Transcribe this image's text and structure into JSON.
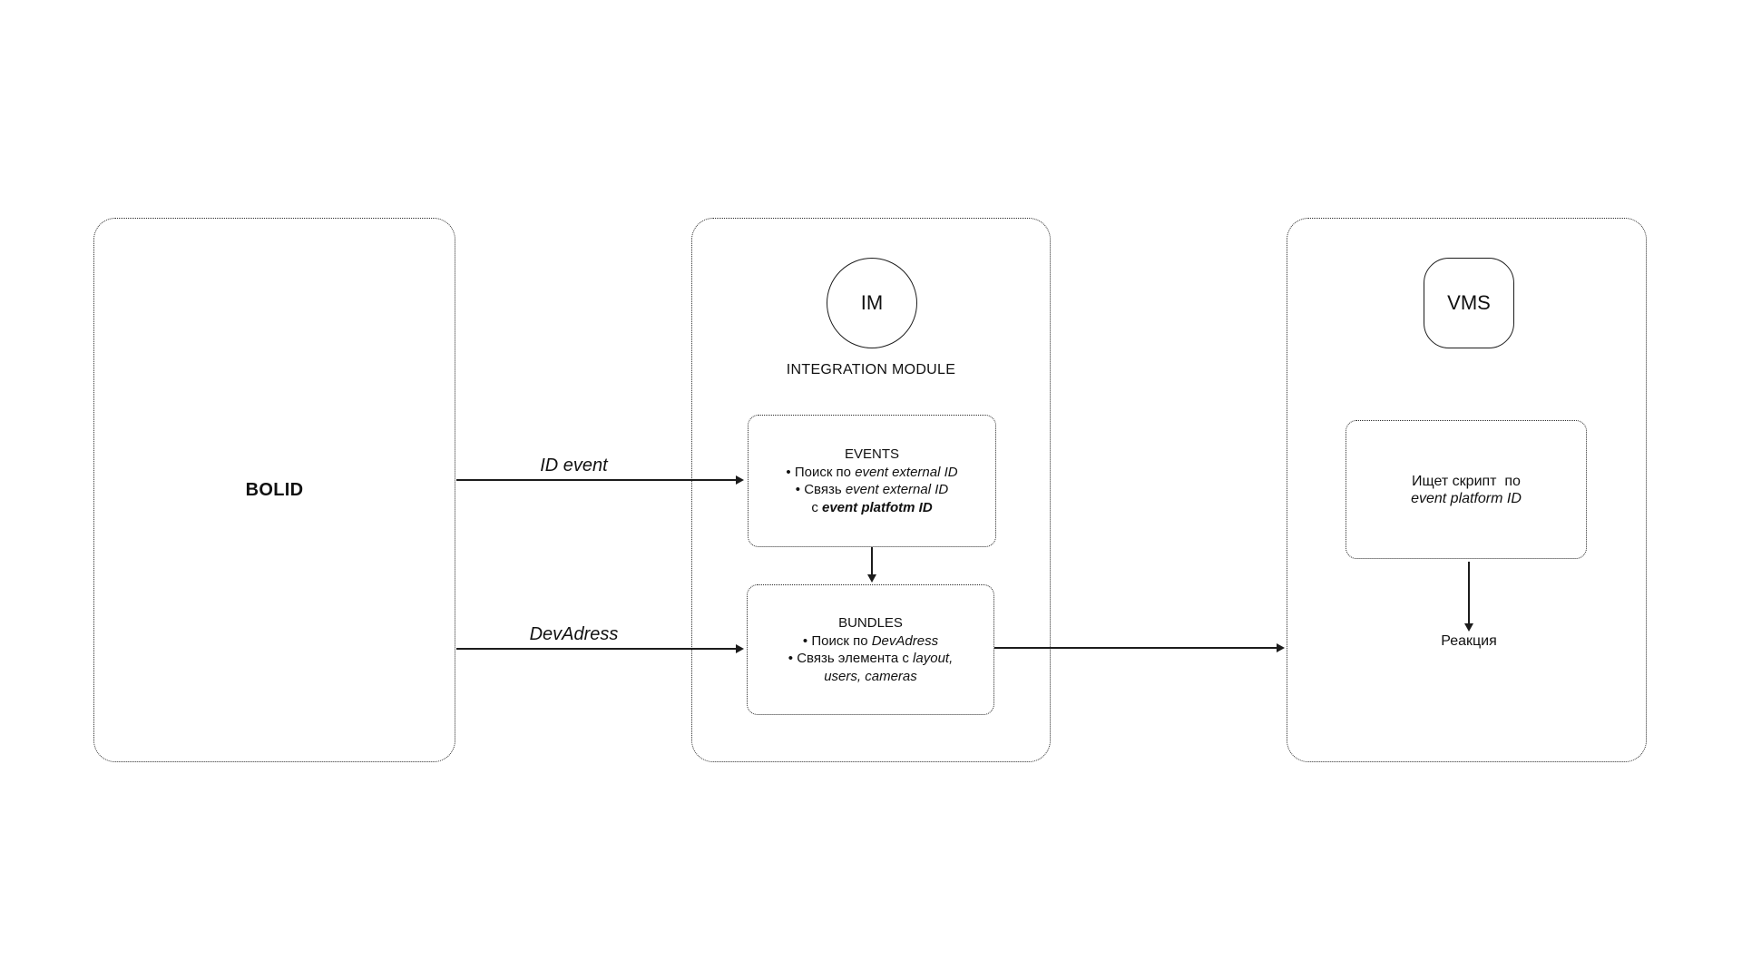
{
  "bolid": {
    "title": "BOLID"
  },
  "im": {
    "badge": "IM",
    "caption": "INTEGRATION MODULE",
    "events": {
      "title": "EVENTS",
      "b1_bullet": "•",
      "b1_text": "Поиск по",
      "b1_italic": "event external ID",
      "b2_bullet": "•",
      "b2_text": "Связь",
      "b2_italic": "event external ID",
      "b3_text": "с",
      "b3_bold_italic": "event platfotm ID"
    },
    "bundles": {
      "title": "BUNDLES",
      "b1_bullet": "•",
      "b1_text": "Поиск по",
      "b1_italic": "DevAdress",
      "b2_bullet": "•",
      "b2_text": "Связь элемента с",
      "b2_italic": "layout,",
      "b3_italic": "users, cameras"
    }
  },
  "vms": {
    "badge": "VMS",
    "script_line1": "Ищет скрипт  по",
    "script_line2_italic": "event platform ID",
    "reaction": "Реакция"
  },
  "arrows": {
    "id_event": "ID event",
    "dev_adress": "DevAdress"
  },
  "colors": {
    "line": "#1c1c1c",
    "border": "#2b2b2b",
    "text": "#111111",
    "background": "#ffffff"
  }
}
